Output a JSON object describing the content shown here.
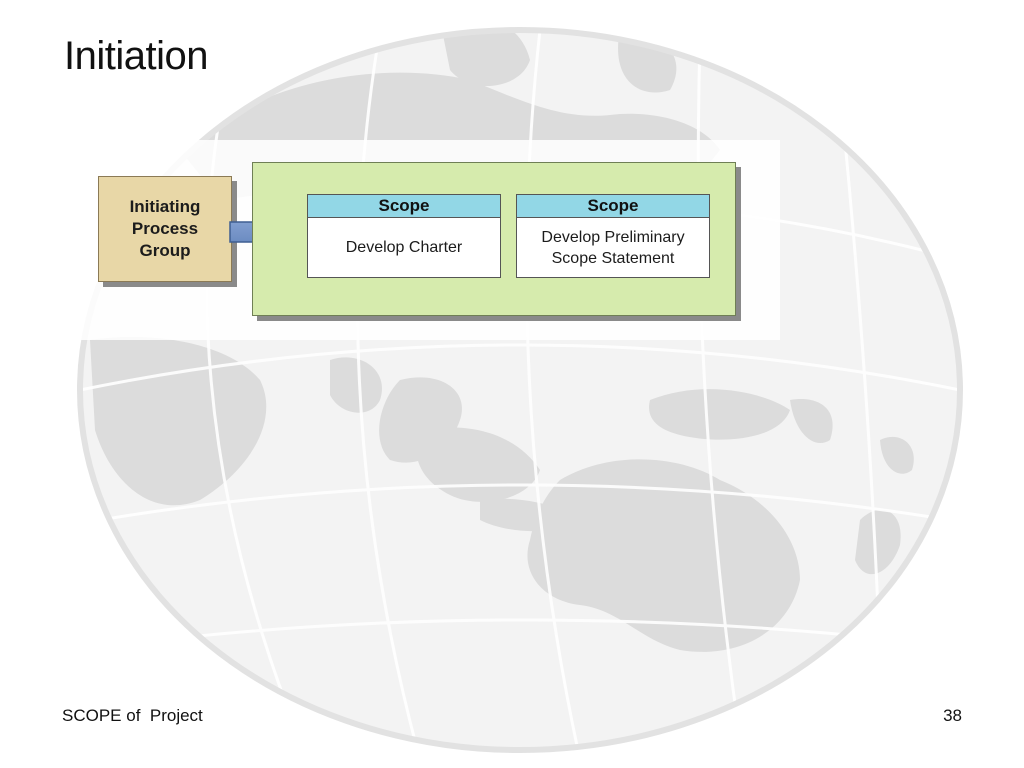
{
  "slide": {
    "title": "Initiation",
    "footer_left": "SCOPE of  Project",
    "page_number": "38"
  },
  "diagram": {
    "process_group": {
      "label": "Initiating\nProcess\nGroup",
      "color": "#e8d7a7"
    },
    "arrow": {
      "color": "#6d8fc7",
      "icon": "right-arrow-icon"
    },
    "container_color": "#d6ebad",
    "processes": [
      {
        "knowledge_area": "Scope",
        "name": "Develop Charter"
      },
      {
        "knowledge_area": "Scope",
        "name": "Develop Preliminary Scope Statement"
      }
    ],
    "header_color": "#92d7e6"
  },
  "background": {
    "watermark": "globe-watermark",
    "color": "#dcdcdc"
  }
}
